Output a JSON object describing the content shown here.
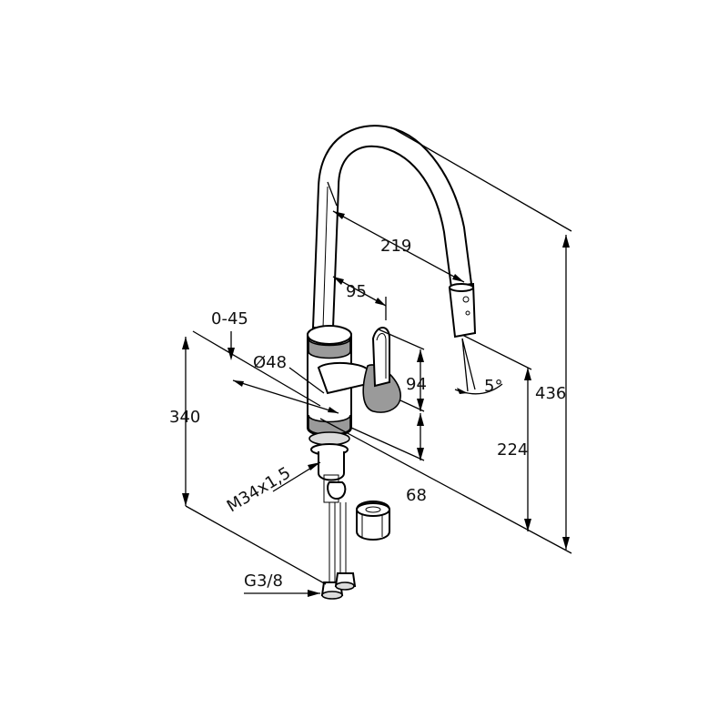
{
  "dimensions": {
    "reach": "219",
    "spout_offset": "95",
    "swivel_angle": "0-45",
    "body_diameter": "Ø48",
    "lever_height": "94",
    "spray_angle": "5°",
    "total_height": "436",
    "outlet_height": "224",
    "below_deck_length": "340",
    "mounting_thread": "M34x1,5",
    "base_height": "68",
    "hose_connection": "G3/8"
  }
}
